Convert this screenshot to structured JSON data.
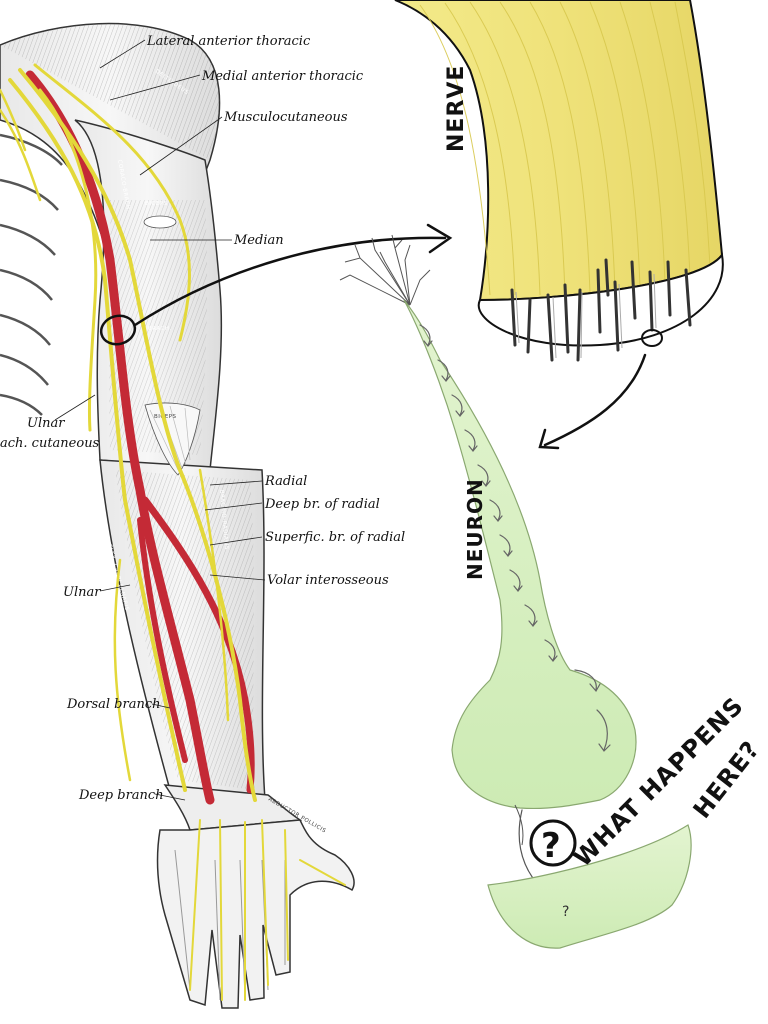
{
  "arm_labels": {
    "lateral_anterior_thoracic": "Lateral anterior thoracic",
    "medial_anterior_thoracic": "Medial anterior thoracic",
    "musculocutaneous": "Musculocutaneous",
    "median": "Median",
    "ulnar_upper": "Ulnar",
    "brach_cutaneous": "ach. cutaneous",
    "radial": "Radial",
    "deep_br_radial": "Deep br. of radial",
    "superfic_br_radial": "Superfic. br. of radial",
    "volar_interosseous": "Volar interosseous",
    "ulnar_lower": "Ulnar",
    "dorsal_branch": "Dorsal branch",
    "deep_branch": "Deep branch"
  },
  "muscle_labels": {
    "deltoideus": "DELTOIDEUS",
    "biceps_upper": "BICEPS",
    "biceps_lower": "BICEPS",
    "brachialis": "BRACH.",
    "brachio_radialis": "BRACHIO-RADIALIS",
    "flexor_carpi_ulnaris": "FLEX. CARPI ULNARIS",
    "flex_digit": "FLEX. DIGIT. PROF.",
    "abductor_pollicis": "ABDUCTOR POLLICIS",
    "coraco": "CORACO-BRACH."
  },
  "sketch": {
    "nerve_label": "NERVE",
    "neuron_label": "NEURON",
    "question_mark": "?",
    "what_happens": "WHAT HAPPENS",
    "here": "HERE?",
    "small_question": "?"
  },
  "colors": {
    "nerve_yellow": "#efe27a",
    "nerve_yellow_dark": "#d8c84e",
    "neuron_green": "#d8f0c0",
    "artery_red": "#c42a36",
    "arm_nerve_yellow": "#e3d83a"
  }
}
